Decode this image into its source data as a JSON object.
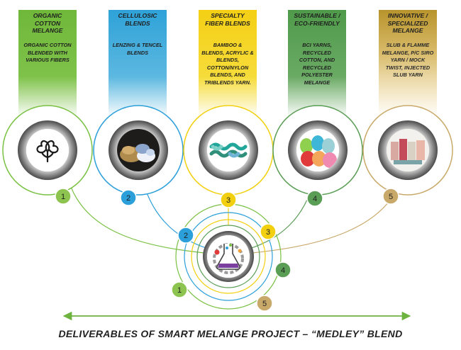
{
  "categories": [
    {
      "number": "1",
      "title": "ORGANIC COTTON MELANGE",
      "description": "ORGANIC COTTON BLENDED WITH VARIOUS FIBERS",
      "color": "#7ac143",
      "icon": "cotton-flower-icon"
    },
    {
      "number": "2",
      "title": "CELLULOSIC BLENDS",
      "description": "LENZING & TENCEL BLENDS",
      "color": "#2b9fd9",
      "icon": "cellulose-fiber-icon"
    },
    {
      "number": "3",
      "title": "SPECIALTY FIBER BLENDS",
      "description": "BAMBOO & BLENDS, ACRYLIC & BLENDS, COTTON/NYLON BLENDS, AND TRIBLENDS YARN.",
      "color": "#f2d010",
      "icon": "yarn-skeins-icon"
    },
    {
      "number": "4",
      "title": "SUSTAINABLE / ECO-FRIENDLY",
      "description": "BCI YARNS, RECYCLED COTTON, AND RECYCLED POLYESTER MELANGE",
      "color": "#5a9e55",
      "icon": "yarn-cones-icon"
    },
    {
      "number": "5",
      "title": "INNOVATIVE / SPECIALIZED MELANGE",
      "description": "SLUB & FLAMME MELANGE, P/C SIRO YARN / MOCK TWIST, INJECTED SLUB YARN",
      "color": "#c9a96a",
      "icon": "yarn-bobbins-icon"
    }
  ],
  "hub": {
    "icon": "lab-flask-gear-icon"
  },
  "footer": {
    "title": "DELIVERABLES OF SMART MELANGE PROJECT – “MEDLEY” BLEND"
  }
}
